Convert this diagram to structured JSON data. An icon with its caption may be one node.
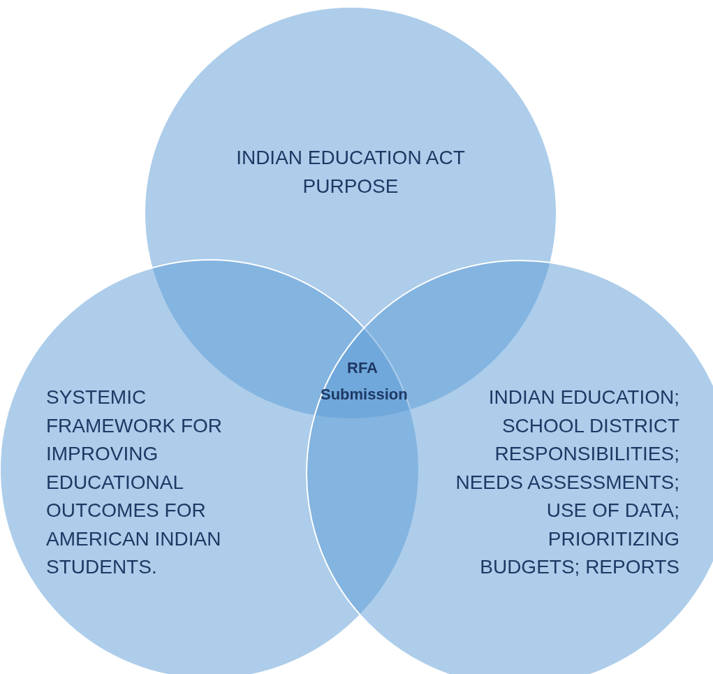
{
  "diagram": {
    "nodes": [
      {
        "text": [
          "INDIAN EDUCATION ACT PURPOSE"
        ]
      },
      {
        "text": [
          "SYSTEMIC FRAMEWORK FOR IMPROVING EDUCATIONAL OUTCOMES FOR AMERICAN INDIAN STUDENTS."
        ]
      },
      {
        "text": [
          "INDIAN EDUCATION; SCHOOL DISTRICT RESPONSIBILITIES; NEEDS ASSESSMENTS; USE OF DATA; PRIORITIZING BUDGETS; REPORTS"
        ]
      }
    ],
    "labels": [
      "RFA Submission"
    ]
  }
}
